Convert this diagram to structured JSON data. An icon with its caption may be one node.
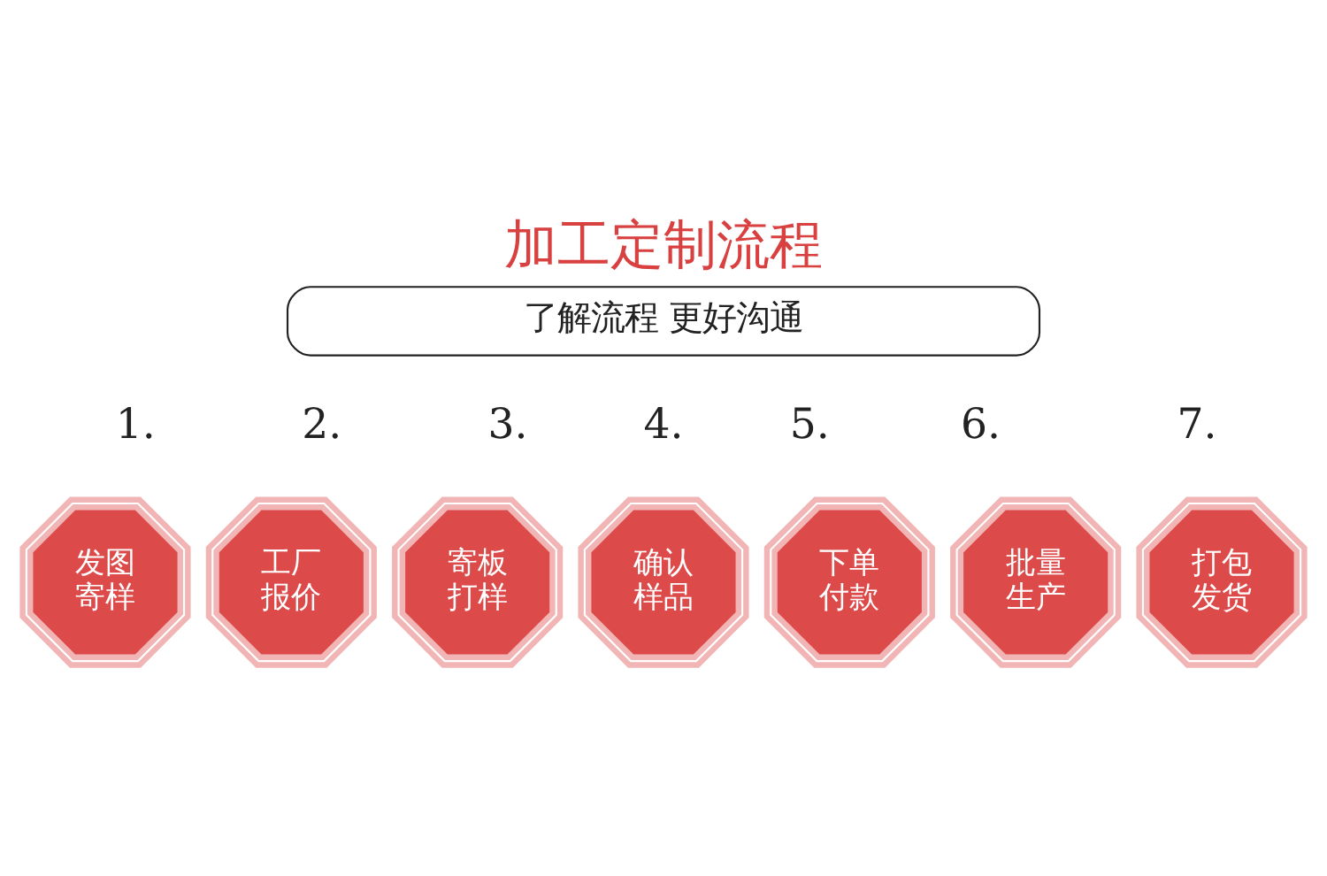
{
  "diagram": {
    "title": "加工定制流程",
    "nodes": [
      {
        "text": [
          "了解流程 更好沟通"
        ]
      },
      {
        "text": [
          "发图寄样"
        ],
        "beside": [
          "1."
        ]
      },
      {
        "text": [
          "工厂报价"
        ],
        "beside": [
          "2."
        ]
      },
      {
        "text": [
          "寄板打样"
        ],
        "beside": [
          "3."
        ]
      },
      {
        "text": [
          "确认样品"
        ],
        "beside": [
          "4."
        ]
      },
      {
        "text": [
          "下单付款"
        ],
        "beside": [
          "5."
        ]
      },
      {
        "text": [
          "批量生产"
        ],
        "beside": [
          "6."
        ]
      },
      {
        "text": [
          "打包发货"
        ],
        "beside": [
          "7."
        ]
      }
    ],
    "edges": []
  }
}
